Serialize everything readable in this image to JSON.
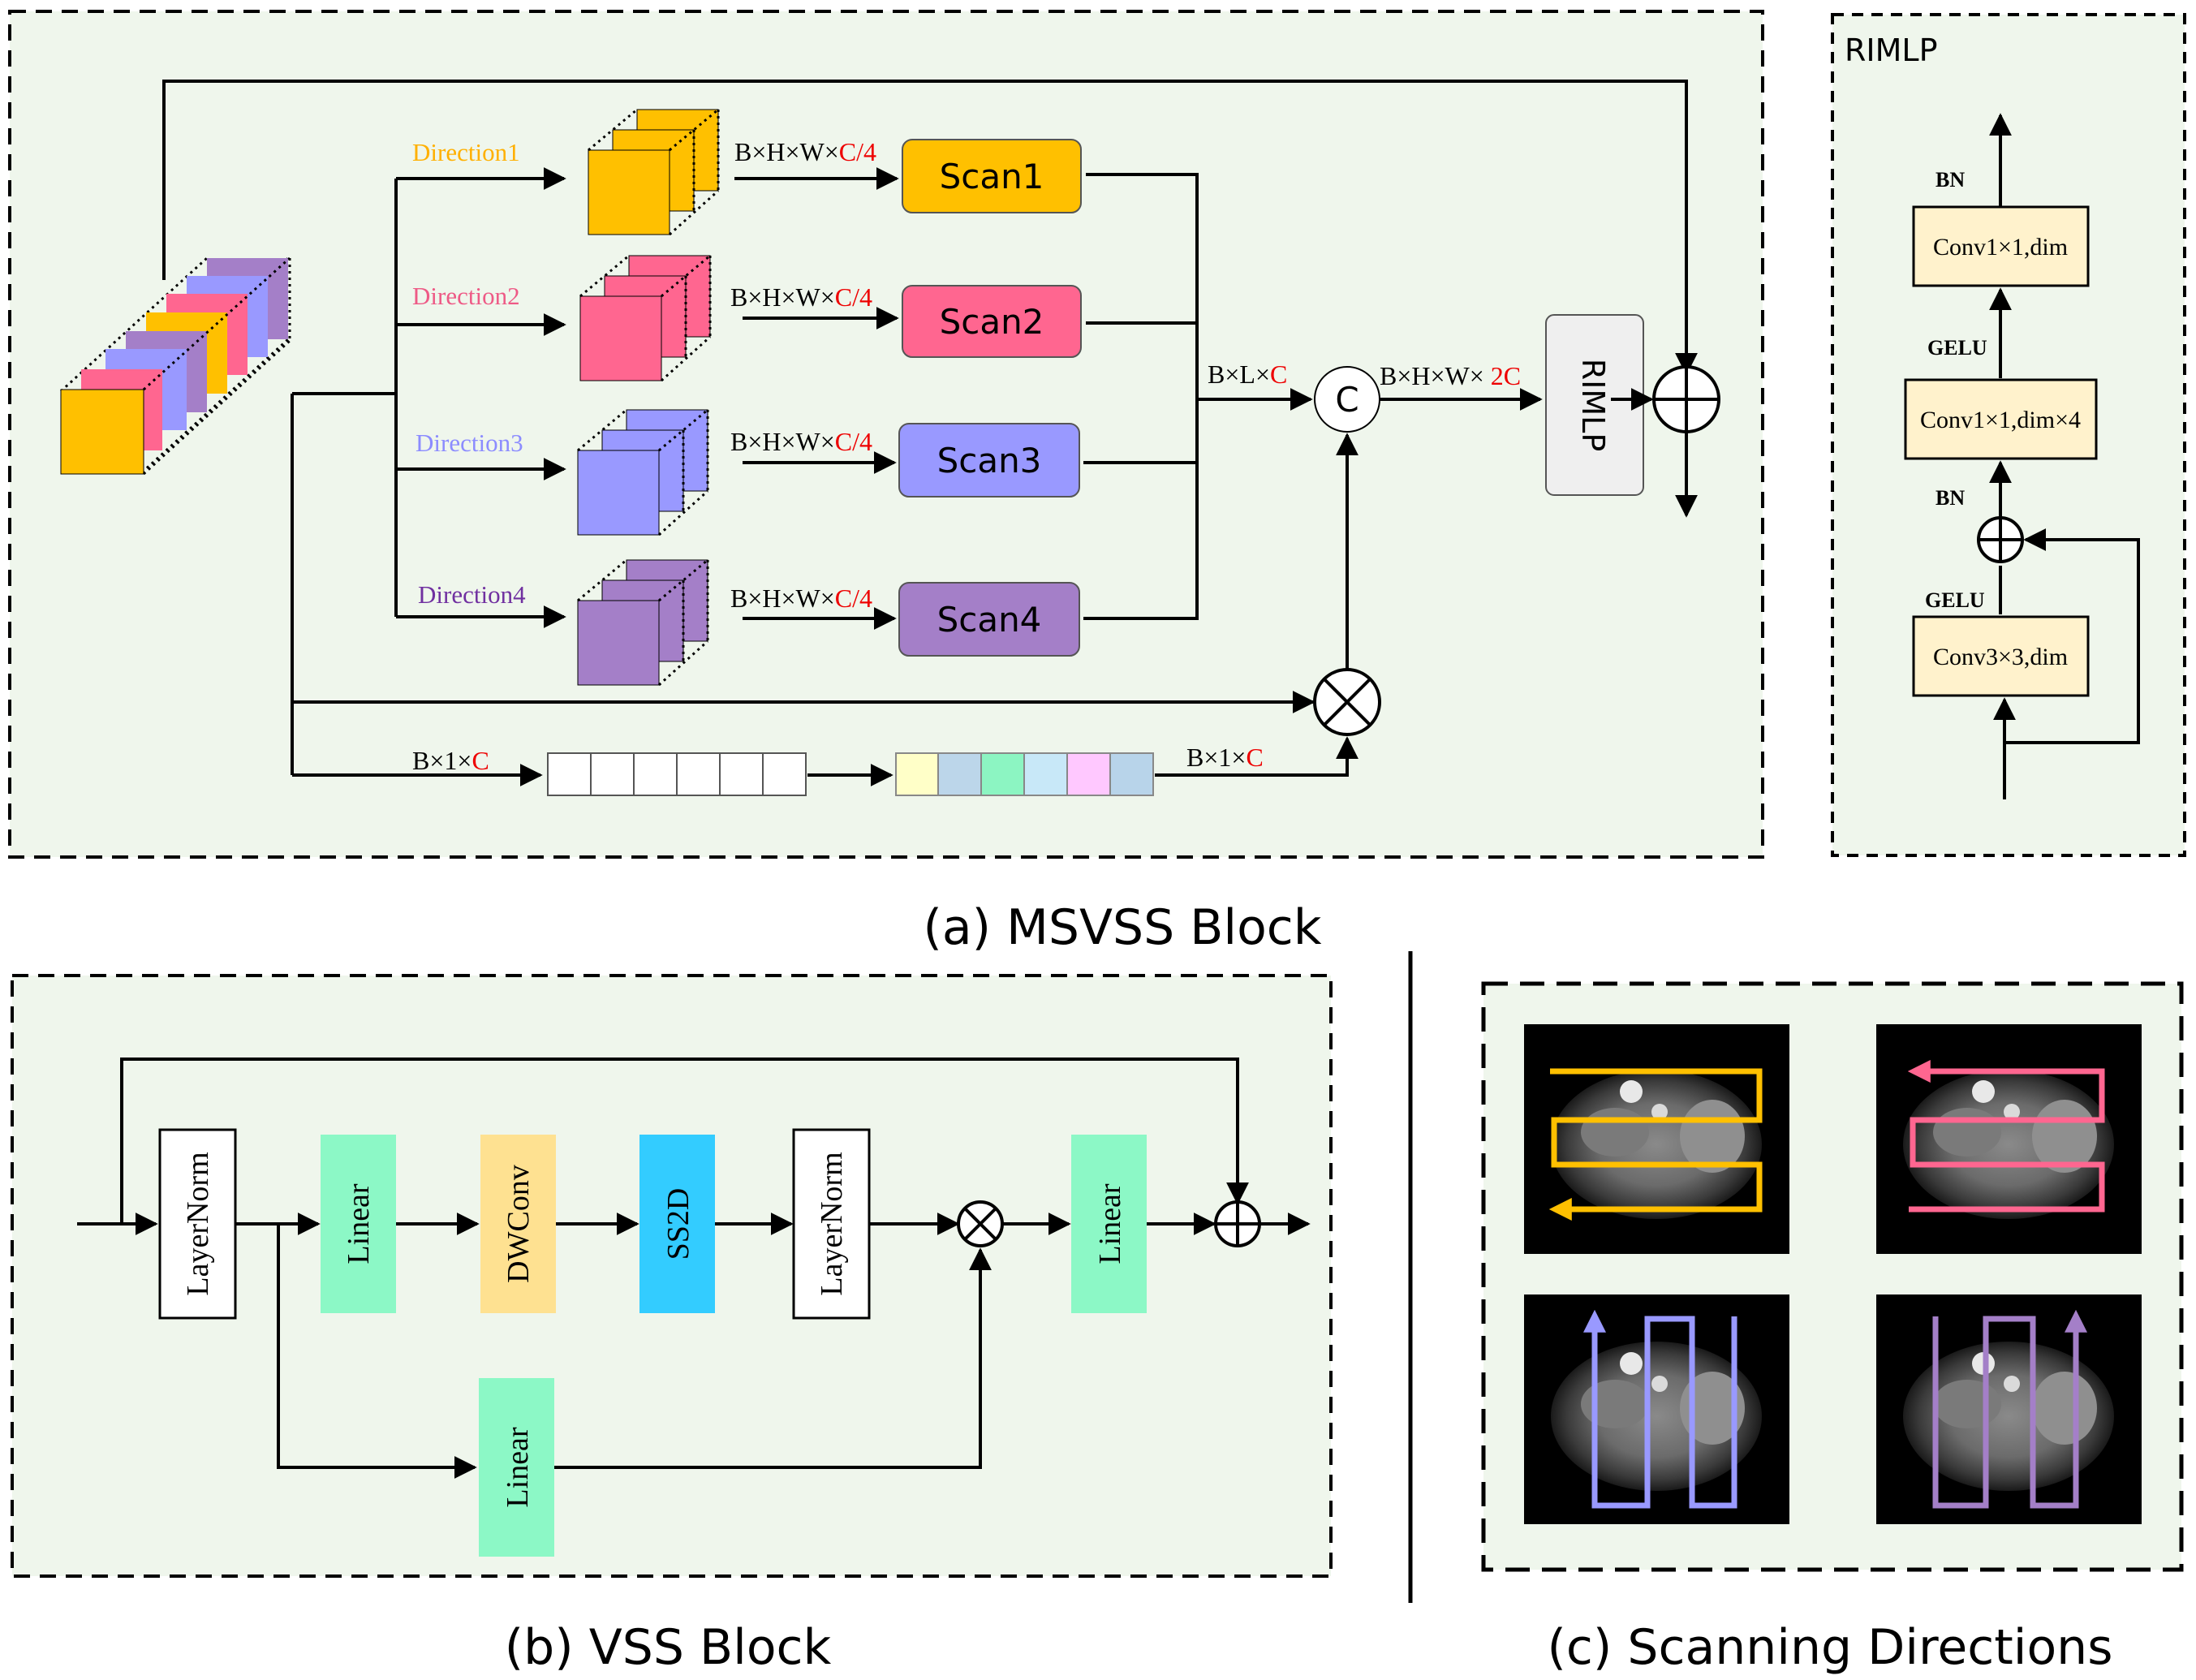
{
  "colors": {
    "panel_bg": "#eff6ec",
    "line": "#000000",
    "dir1": "#ffc000",
    "dir2": "#ff6690",
    "dir3": "#9999ff",
    "dir4": "#a47fc8",
    "rimlp_box": "#fff2cc",
    "linear_box": "#8cf8c6",
    "dwconv_box": "#fee191",
    "ss2d_box": "#33ccff",
    "dim_red": "#ee0000",
    "dir1_text": "#ffb000",
    "dir2_text": "#ee5a86",
    "dir3_text": "#8c8cff",
    "dir4_text": "#7030a0"
  },
  "msvss": {
    "caption": "(a) MSVSS Block",
    "directions": [
      "Direction1",
      "Direction2",
      "Direction3",
      "Direction4"
    ],
    "scans": [
      "Scan1",
      "Scan2",
      "Scan3",
      "Scan4"
    ],
    "shape_prefix": "B×H×W×",
    "shape_quarter": "C/4",
    "concat_prefix": "B×L×",
    "concat_red": "C",
    "concat_symbol": "C",
    "out_prefix": "B×H×W× ",
    "out_red": "2C",
    "vec_prefix": "B×1×",
    "vec_red": "C",
    "rimlp_label": "RIMLP"
  },
  "rimlp": {
    "title": "RIMLP",
    "boxes": [
      "Conv1×1,dim",
      "Conv1×1,dim×4",
      "Conv3×3,dim"
    ],
    "labels": [
      "BN",
      "GELU",
      "BN",
      "GELU"
    ]
  },
  "vss": {
    "caption": "(b) VSS Block",
    "layernorm1": "LayerNorm",
    "linear1": "Linear",
    "dwconv": "DWConv",
    "ss2d": "SS2D",
    "layernorm2": "LayerNorm",
    "linear2": "Linear",
    "linear3": "Linear"
  },
  "scanning": {
    "caption": "(c) Scanning Directions"
  }
}
